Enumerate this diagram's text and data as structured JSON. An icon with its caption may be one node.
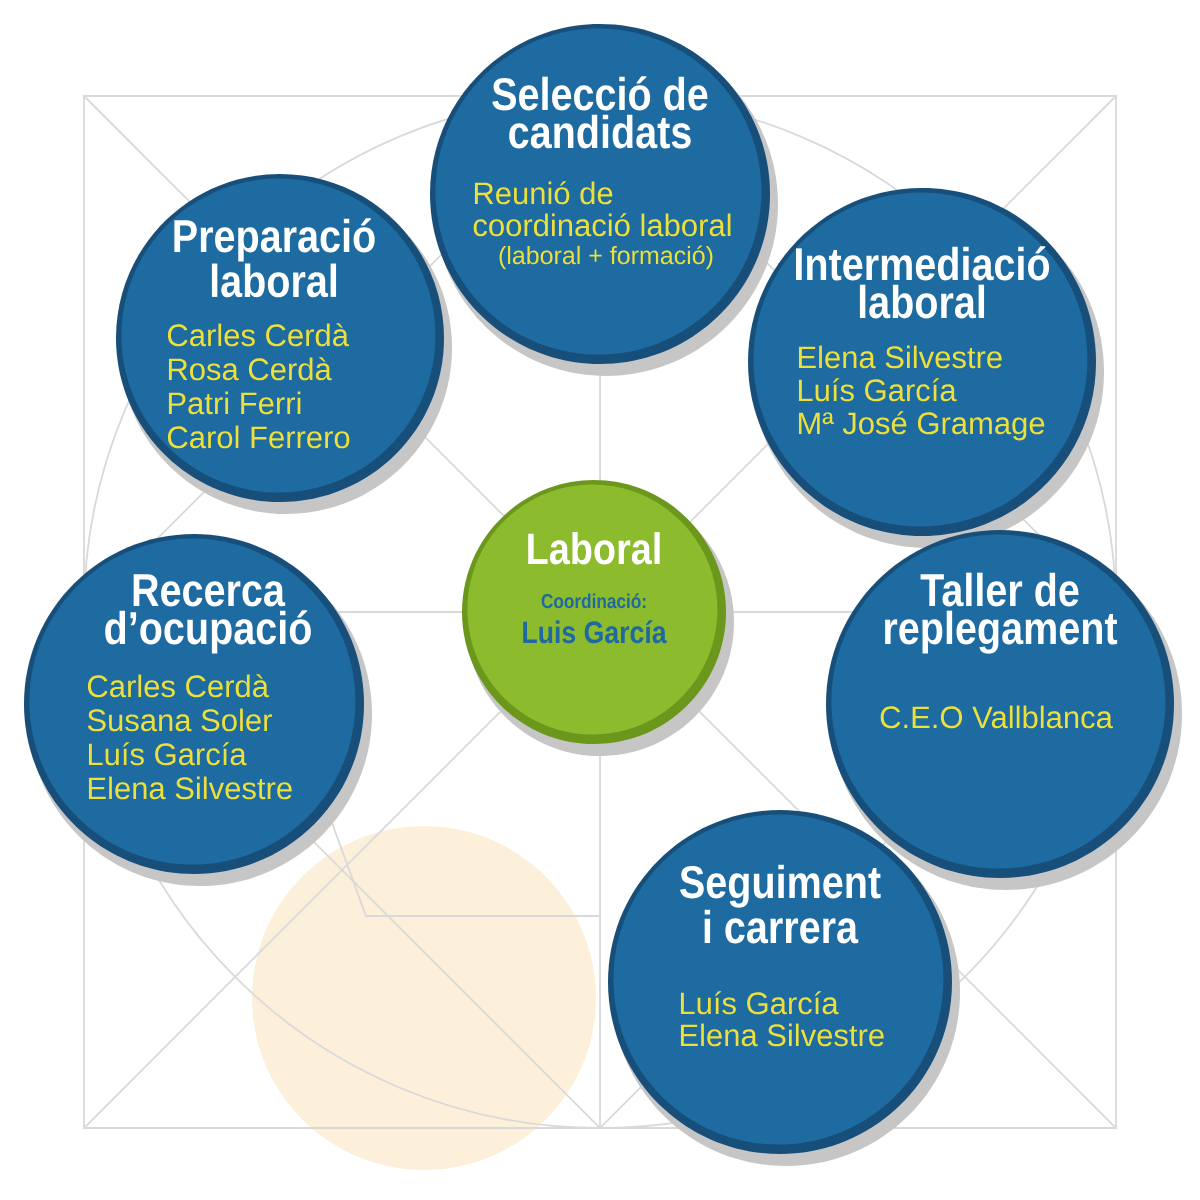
{
  "diagram": {
    "nodes": [
      {
        "text": [
          "Selecció de candidats",
          "Reunió de coordinació laboral",
          "(laboral + formació)"
        ]
      },
      {
        "text": [
          "Preparació laboral",
          "Carles Cerdà",
          "Rosa Cerdà",
          "Patri Ferri",
          "Carol Ferrero"
        ]
      },
      {
        "text": [
          "Intermediació laboral",
          "Elena Silvestre",
          "Luís García",
          "Mª José Gramage"
        ]
      },
      {
        "text": [
          "Laboral",
          "Coordinació:",
          "Luis García"
        ]
      },
      {
        "text": [
          "Recerca d’ocupació",
          "Carles Cerdà",
          "Susana Soler",
          "Luís García",
          "Elena Silvestre"
        ]
      },
      {
        "text": [
          "Taller de replegament",
          "C.E.O Vallblanca"
        ]
      },
      {
        "text": [],
        "shape": "circle"
      },
      {
        "text": [
          "Seguiment i carrera",
          "Luís García",
          "Elena Silvestre"
        ]
      }
    ]
  }
}
